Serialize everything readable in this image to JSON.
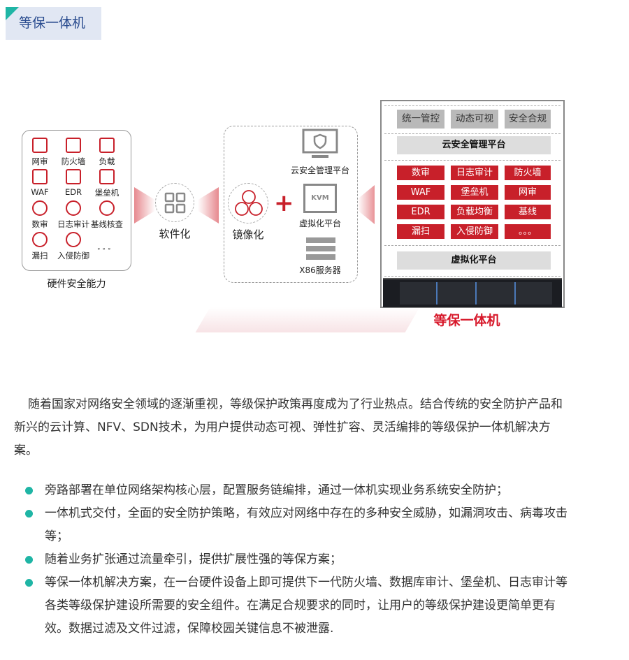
{
  "header": {
    "title": "等保一体机"
  },
  "hardware": {
    "caption": "硬件安全能力",
    "items": [
      "网审",
      "防火墙",
      "负载",
      "WAF",
      "EDR",
      "堡垒机",
      "数审",
      "日志审计",
      "基线核查",
      "漏扫",
      "入侵防御",
      "。。。"
    ]
  },
  "software": {
    "label": "软件化"
  },
  "mirror": {
    "label": "镜像化",
    "components": [
      "云安全管理平台",
      "虚拟化平台",
      "X86服务器"
    ],
    "kvm": "KVM"
  },
  "appliance": {
    "top": [
      "统一管控",
      "动态可视",
      "安全合规"
    ],
    "cloud_platform": "云安全管理平台",
    "modules": [
      "数审",
      "日志审计",
      "防火墙",
      "WAF",
      "堡垒机",
      "网审",
      "EDR",
      "负载均衡",
      "基线",
      "漏扫",
      "入侵防御",
      "。。。"
    ],
    "virtual_platform": "虚拟化平台",
    "caption": "等保一体机"
  },
  "intro": "随着国家对网络安全领域的逐渐重视，等级保护政策再度成为了行业热点。结合传统的安全防护产品和新兴的云计算、NFV、SDN技术，为用户提供动态可视、弹性扩容、灵活编排的等级保护一体机解决方案。",
  "bullets": [
    "旁路部署在单位网络架构核心层，配置服务链编排，通过一体机实现业务系统安全防护；",
    "一体机式交付，全面的安全防护策略，有效应对网络中存在的多种安全威胁，如漏洞攻击、病毒攻击等；",
    "随着业务扩张通过流量牵引，提供扩展性强的等保方案；",
    "等保一体机解决方案，在一台硬件设备上即可提供下一代防火墙、数据库审计、堡垒机、日志审计等各类等级保护建设所需要的安全组件。在满足合规要求的同时，让用户的等级保护建设更简单更有效。数据过滤及文件过滤，保障校园关键信息不被泄露."
  ],
  "colors": {
    "accent": "#1fb5a5",
    "red": "#c8202a",
    "tab_bg": "#e1e7f3"
  }
}
